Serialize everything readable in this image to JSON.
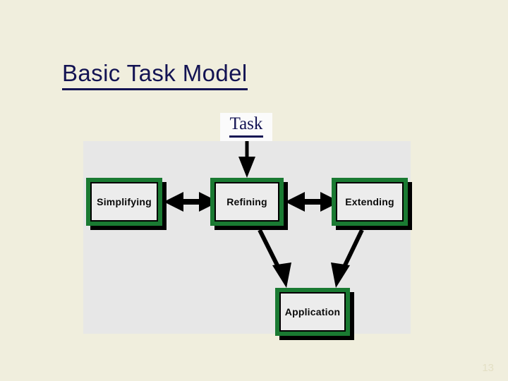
{
  "slide": {
    "title": "Basic Task Model",
    "page_number": "13",
    "colors": {
      "background": "#f0eedd",
      "title_text": "#131353",
      "panel_background": "#e7e7e7",
      "box_frame_green": "#1a7a32",
      "box_fill": "#ececec",
      "arrow_black": "#000000",
      "page_number_text": "#e3dfc4"
    }
  },
  "diagram": {
    "type": "flow-diagram",
    "caption": "Task",
    "nodes": [
      {
        "id": "simplifying",
        "label": "Simplifying"
      },
      {
        "id": "refining",
        "label": "Refining"
      },
      {
        "id": "extending",
        "label": "Extending"
      },
      {
        "id": "application",
        "label": "Application"
      }
    ],
    "edges": [
      {
        "from": "Task",
        "to": "Refining",
        "style": "single-arrow-down"
      },
      {
        "from": "Simplifying",
        "to": "Refining",
        "style": "double-arrow-horizontal"
      },
      {
        "from": "Refining",
        "to": "Extending",
        "style": "double-arrow-horizontal"
      },
      {
        "from": "Refining",
        "to": "Application",
        "style": "single-arrow-diagonal"
      },
      {
        "from": "Extending",
        "to": "Application",
        "style": "single-arrow-diagonal"
      }
    ]
  }
}
